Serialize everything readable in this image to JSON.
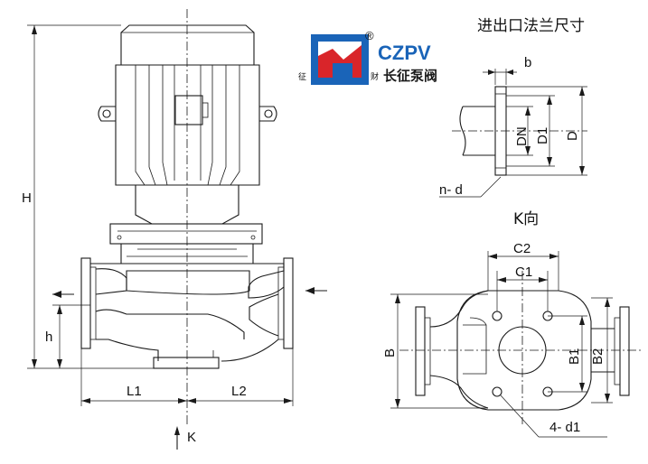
{
  "title": "进出口法兰尺寸",
  "k_view_label": "K向",
  "logo": {
    "name": "CZPV",
    "chinese_name": "长征泵阀",
    "registered": "®",
    "side_left": "征",
    "side_right": "财",
    "colors": {
      "blue": "#1a64b8",
      "red": "#d9252a"
    }
  },
  "front_view": {
    "H": "H",
    "h": "h",
    "L1": "L1",
    "L2": "L2",
    "K": "K"
  },
  "flange_view": {
    "b": "b",
    "DN": "DN",
    "D1": "D1",
    "D": "D",
    "n_d": "n-  d"
  },
  "k_view": {
    "C2": "C2",
    "C1": "C1",
    "B": "B",
    "B1": "B1",
    "B2": "B2",
    "four_d1": "4-  d1"
  }
}
